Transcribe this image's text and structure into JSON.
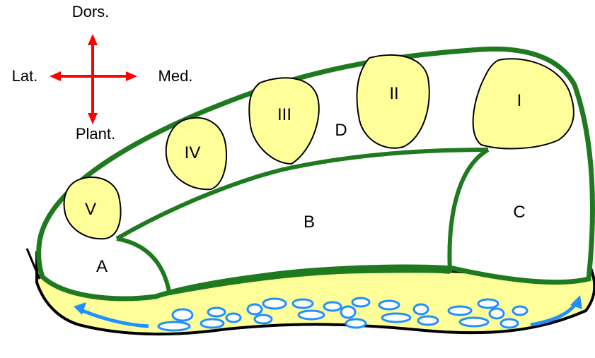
{
  "compass": {
    "top": "Dors.",
    "left": "Lat.",
    "right": "Med.",
    "bottom": "Plant."
  },
  "toes": {
    "t1": "I",
    "t2": "II",
    "t3": "III",
    "t4": "IV",
    "t5": "V"
  },
  "regions": {
    "a": "A",
    "b": "B",
    "c": "C",
    "d": "D"
  },
  "colors": {
    "outline": "#1f7a1f",
    "pad": "#ffff99",
    "arrow": "#ff0000",
    "flow": "#1e90ff",
    "cells": "#ffffff"
  }
}
